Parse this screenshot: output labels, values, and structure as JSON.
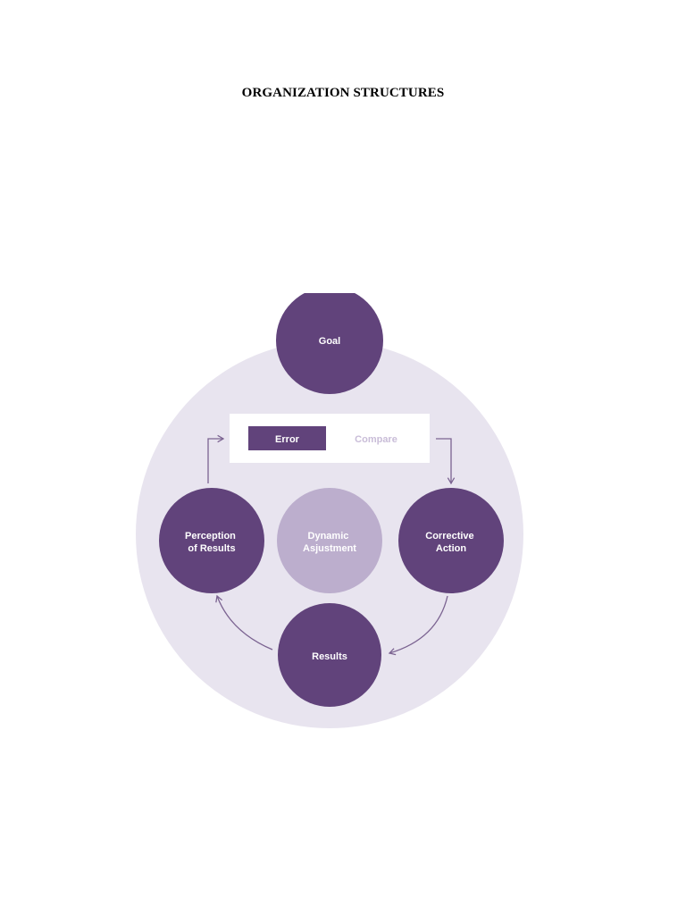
{
  "document": {
    "title": "ORGANIZATION STRUCTURES"
  },
  "diagram": {
    "nodes": {
      "goal": "Goal",
      "perception_line1": "Perception",
      "perception_line2": "of Results",
      "dynamic_line1": "Dynamic",
      "dynamic_line2": "Asjustment",
      "corrective_line1": "Corrective",
      "corrective_line2": "Action",
      "results": "Results"
    },
    "compare_box": {
      "error_label": "Error",
      "compare_label": "Compare"
    },
    "colors": {
      "background_circle": "#e8e4ef",
      "node_dark": "#61437b",
      "node_light": "#bcaecd",
      "arrow": "#7b6391",
      "compare_text": "#c9bdd8"
    }
  }
}
